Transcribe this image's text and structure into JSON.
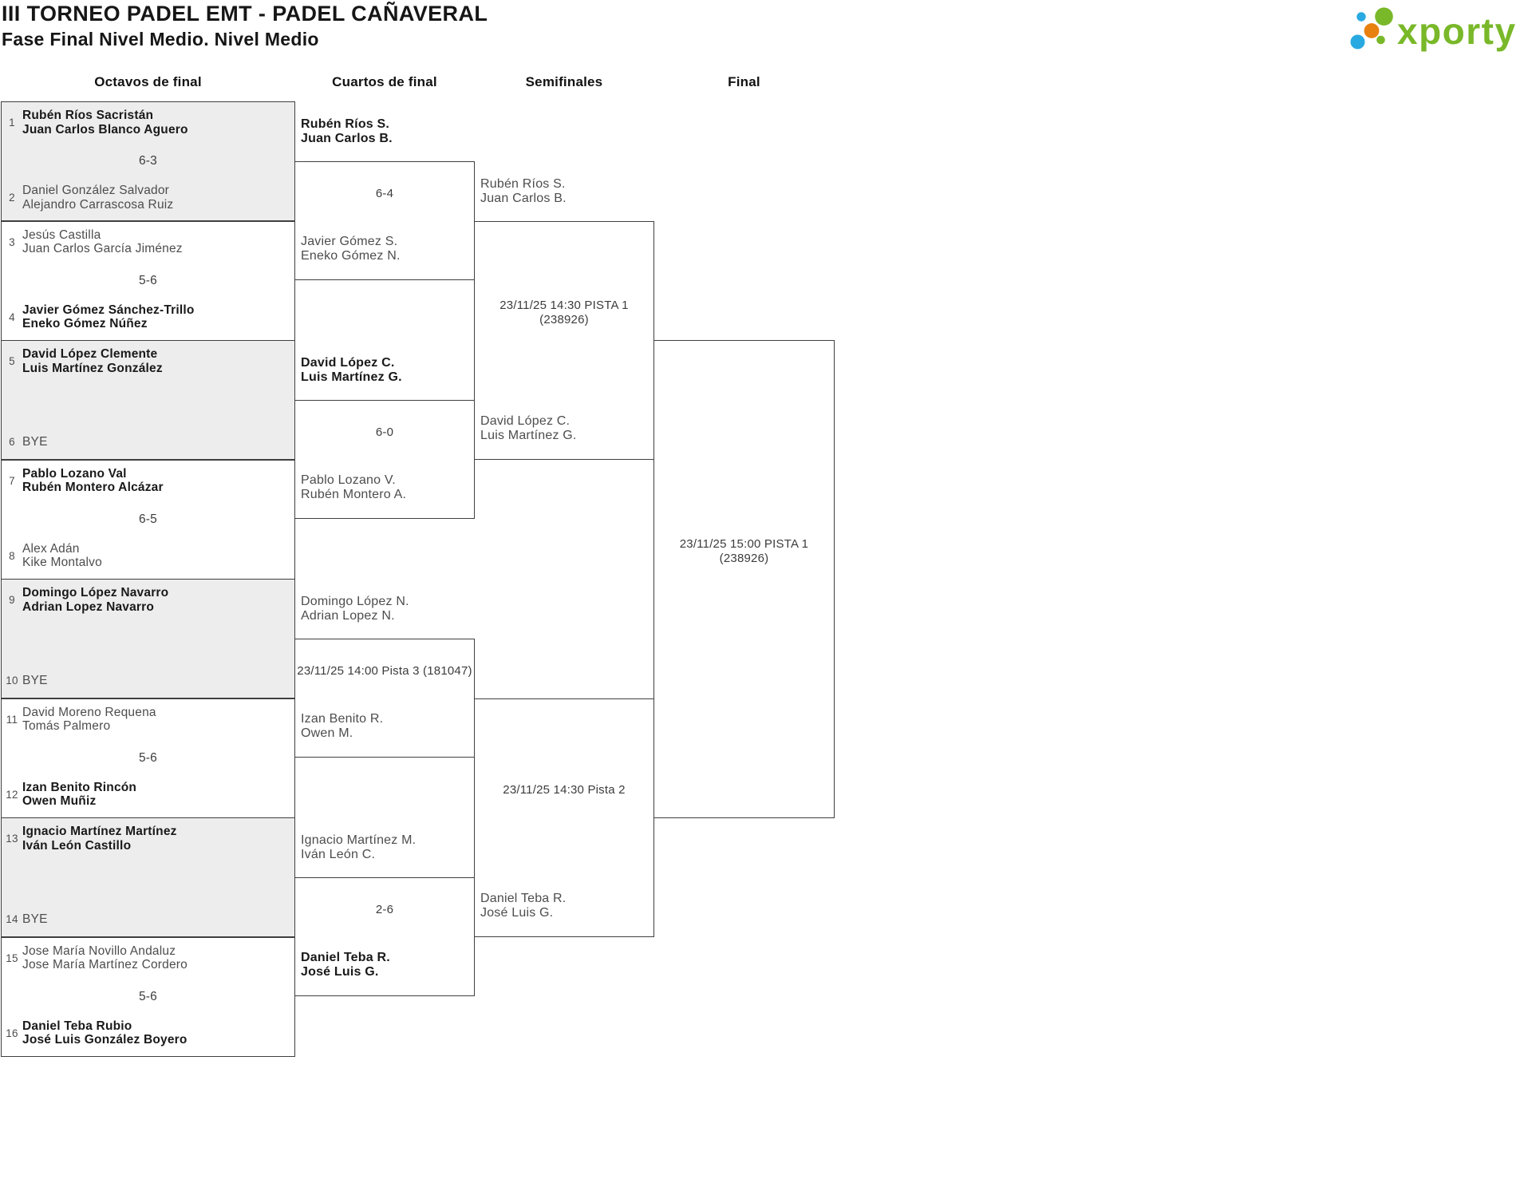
{
  "title": "III TORNEO PADEL EMT - PADEL CAÑAVERAL",
  "subtitle": "Fase Final Nivel Medio. Nivel Medio",
  "logo": {
    "text": "xporty",
    "colors": {
      "green": "#79b829",
      "orange": "#e8800f",
      "blue": "#29a9e1"
    }
  },
  "round_headers": [
    "Octavos de final",
    "Cuartos de final",
    "Semifinales",
    "Final"
  ],
  "r16": [
    {
      "s1": "1",
      "t1a": "Rubén Ríos Sacristán",
      "t1b": "Juan Carlos Blanco Aguero",
      "score": "6-3",
      "s2": "2",
      "t2a": "Daniel González Salvador",
      "t2b": "Alejandro Carrascosa Ruiz"
    },
    {
      "s1": "3",
      "t1a": "Jesús Castilla",
      "t1b": "Juan Carlos García Jiménez",
      "score": "5-6",
      "s2": "4",
      "t2a": "Javier Gómez Sánchez-Trillo",
      "t2b": "Eneko Gómez Núñez"
    },
    {
      "s1": "5",
      "t1a": "David López Clemente",
      "t1b": "Luis Martínez González",
      "s2": "6",
      "bye": "BYE"
    },
    {
      "s1": "7",
      "t1a": "Pablo Lozano Val",
      "t1b": "Rubén Montero Alcázar",
      "score": "6-5",
      "s2": "8",
      "t2a": "Alex Adán",
      "t2b": "Kike Montalvo"
    },
    {
      "s1": "9",
      "t1a": "Domingo López Navarro",
      "t1b": "Adrian Lopez Navarro",
      "s2": "10",
      "bye": "BYE"
    },
    {
      "s1": "11",
      "t1a": "David Moreno Requena",
      "t1b": "Tomás Palmero",
      "score": "5-6",
      "s2": "12",
      "t2a": "Izan Benito Rincón",
      "t2b": "Owen Muñiz"
    },
    {
      "s1": "13",
      "t1a": "Ignacio Martínez Martínez",
      "t1b": "Iván León Castillo",
      "s2": "14",
      "bye": "BYE"
    },
    {
      "s1": "15",
      "t1a": "Jose María Novillo Andaluz",
      "t1b": "Jose María Martínez Cordero",
      "score": "5-6",
      "s2": "16",
      "t2a": "Daniel Teba Rubio",
      "t2b": "José Luis González Boyero"
    }
  ],
  "qf": [
    {
      "t1a": "Rubén Ríos S.",
      "t1b": "Juan Carlos B.",
      "score": "6-4",
      "t2a": "Javier Gómez S.",
      "t2b": "Eneko Gómez N."
    },
    {
      "t1a": "David López C.",
      "t1b": "Luis Martínez G.",
      "score": "6-0",
      "t2a": "Pablo Lozano V.",
      "t2b": "Rubén Montero A."
    },
    {
      "t1a": "Domingo López N.",
      "t1b": "Adrian Lopez N.",
      "info": "23/11/25 14:00 Pista 3 (181047)",
      "t2a": "Izan Benito R.",
      "t2b": "Owen M."
    },
    {
      "t1a": "Ignacio Martínez M.",
      "t1b": "Iván León C.",
      "score": "2-6",
      "t2a": "Daniel Teba R.",
      "t2b": "José Luis G."
    }
  ],
  "sf": [
    {
      "t1a": "Rubén Ríos S.",
      "t1b": "Juan Carlos B.",
      "info1": "23/11/25 14:30 PISTA 1",
      "info2": "(238926)",
      "t2a": "David López C.",
      "t2b": "Luis Martínez G."
    },
    {
      "info1": "23/11/25 14:30 Pista 2",
      "t2a": "Daniel Teba R.",
      "t2b": "José Luis G."
    }
  ],
  "final": {
    "info1": "23/11/25 15:00 PISTA 1",
    "info2": "(238926)"
  }
}
